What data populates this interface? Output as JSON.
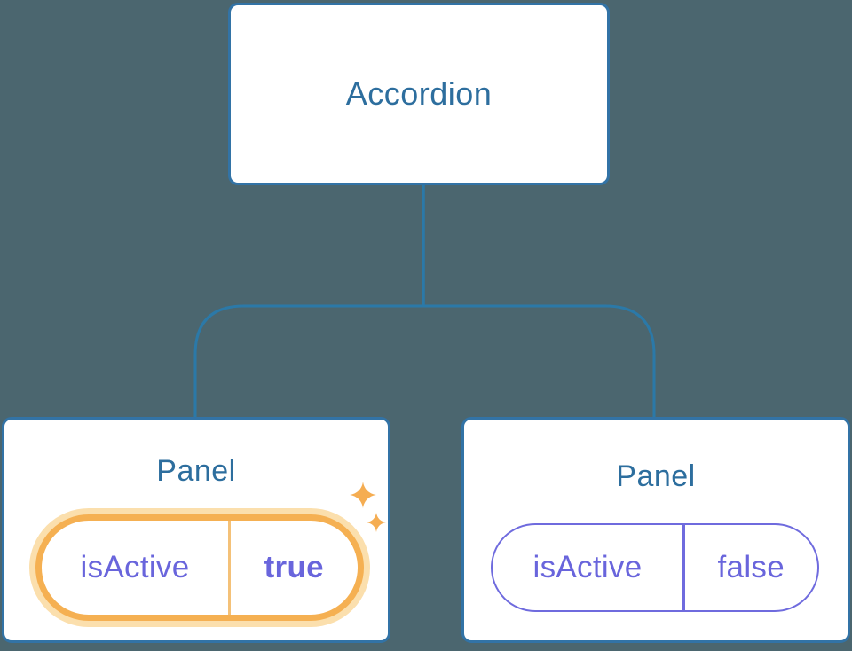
{
  "diagram": {
    "description": "Component tree showing an Accordion parent with two Panel children holding isActive state",
    "root": {
      "label": "Accordion"
    },
    "panels": [
      {
        "title": "Panel",
        "prop_name": "isActive",
        "prop_value": "true",
        "state": "active",
        "highlighted": true
      },
      {
        "title": "Panel",
        "prop_name": "isActive",
        "prop_value": "false",
        "state": "inactive",
        "highlighted": false
      }
    ]
  },
  "colors": {
    "background": "#4B666F",
    "node_border": "#3273A6",
    "node_bg": "#ffffff",
    "node_text": "#2D6E9E",
    "connector": "#2B79A8",
    "prop_text": "#6965DC",
    "prop_border": "#6F6BDE",
    "highlight_border": "#F5B052",
    "highlight_glow": "#FBDFAD",
    "highlight_divider": "#F4C178",
    "sparkle": "#F5AD52"
  }
}
